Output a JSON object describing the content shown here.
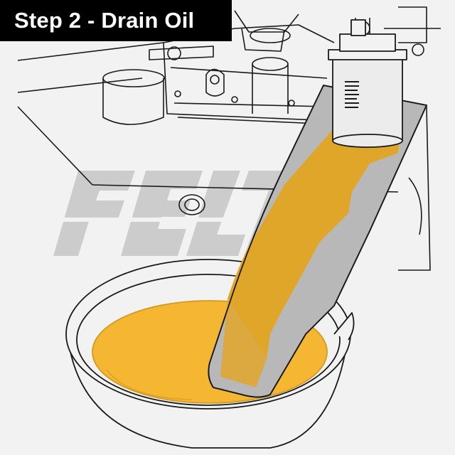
{
  "banner": {
    "title": "Step 2 - Drain Oil"
  },
  "watermark": {
    "letters": "FELT"
  },
  "illustration": {
    "subject": "engine-oil-drain",
    "components": [
      "oil-filter",
      "drain-chute",
      "drain-pan",
      "engine-block"
    ]
  },
  "colors": {
    "background": "#f2f2f2",
    "line": "#1a1a1a",
    "oil": "#f5b731",
    "oil_on_chute": "#e0a629",
    "chute": "#b8b8b8",
    "watermark": "#c8c8c8",
    "banner_bg": "#000000",
    "banner_text": "#ffffff"
  }
}
